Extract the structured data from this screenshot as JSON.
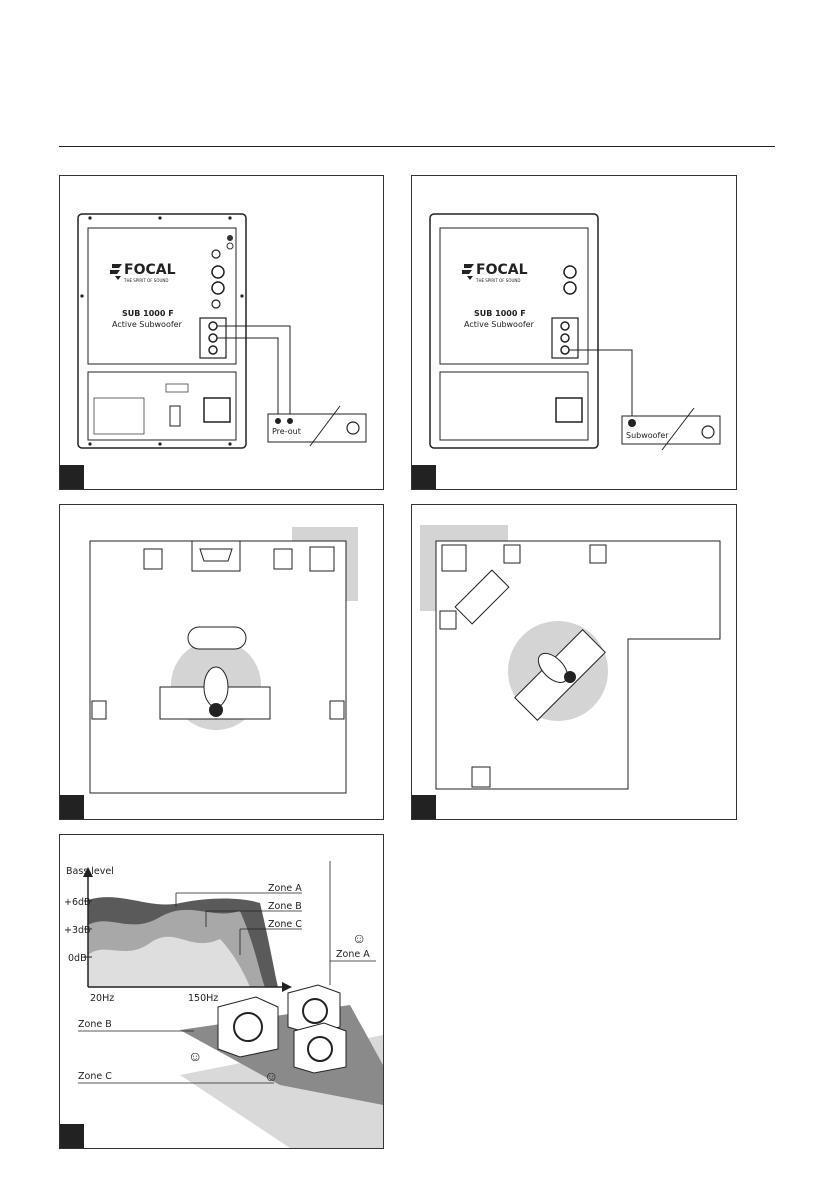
{
  "brand": {
    "logo": "FOCAL",
    "tagline": "THE SPIRIT OF SOUND",
    "model": "SUB 1000 F",
    "subtitle": "Active Subwoofer"
  },
  "panel1": {
    "amp_label": "Pre-out"
  },
  "panel2": {
    "amp_label": "Subwoofer"
  },
  "panel5": {
    "ylabel": "Bass level",
    "yticks": [
      "+6dB",
      "+3dB",
      "0dB"
    ],
    "xticks": [
      "20Hz",
      "150Hz"
    ],
    "zone_a": "Zone A",
    "zone_b": "Zone B",
    "zone_c": "Zone C"
  }
}
